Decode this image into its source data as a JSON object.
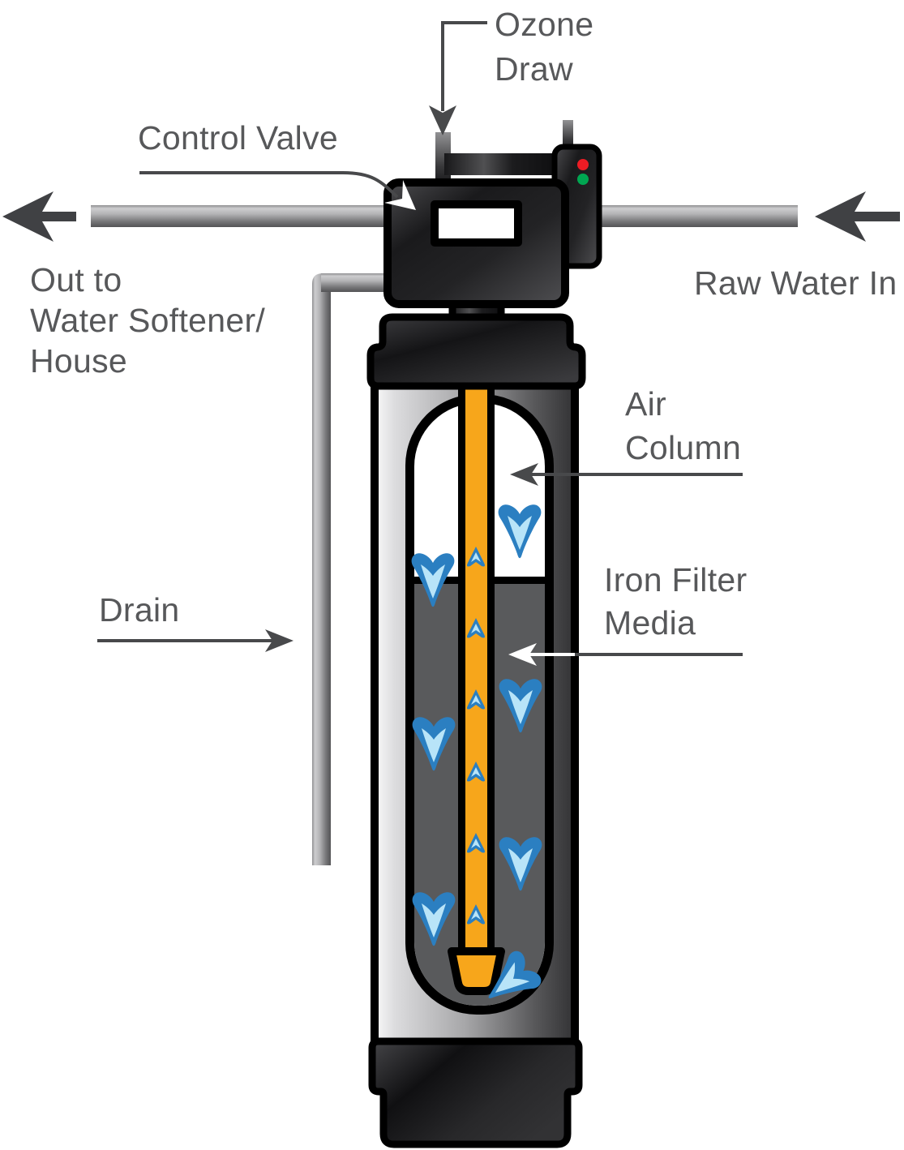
{
  "diagram": {
    "labels": {
      "ozone": {
        "line1": "Ozone",
        "line2": "Draw"
      },
      "control_valve": "Control Valve",
      "out_to": {
        "line1": "Out to",
        "line2": "Water Softener/",
        "line3": "House"
      },
      "raw_water_in": "Raw Water In",
      "air_column": {
        "line1": "Air",
        "line2": "Column"
      },
      "iron_filter_media": {
        "line1": "Iron Filter",
        "line2": "Media"
      },
      "drain": "Drain"
    },
    "colors": {
      "text": "#57585A",
      "leader_line": "#48494B",
      "flow_arrow_gray": "#404144",
      "riser_orange": "#F7A61B",
      "media_gray": "#595A5C",
      "water_arrow_blue": "#2B7FC1",
      "water_arrow_light_blue": "#B8E4F8",
      "led_red": "#EC1C24",
      "led_green": "#00A651",
      "media_divider": "#000000",
      "air_column_white": "#FFFFFF"
    }
  }
}
